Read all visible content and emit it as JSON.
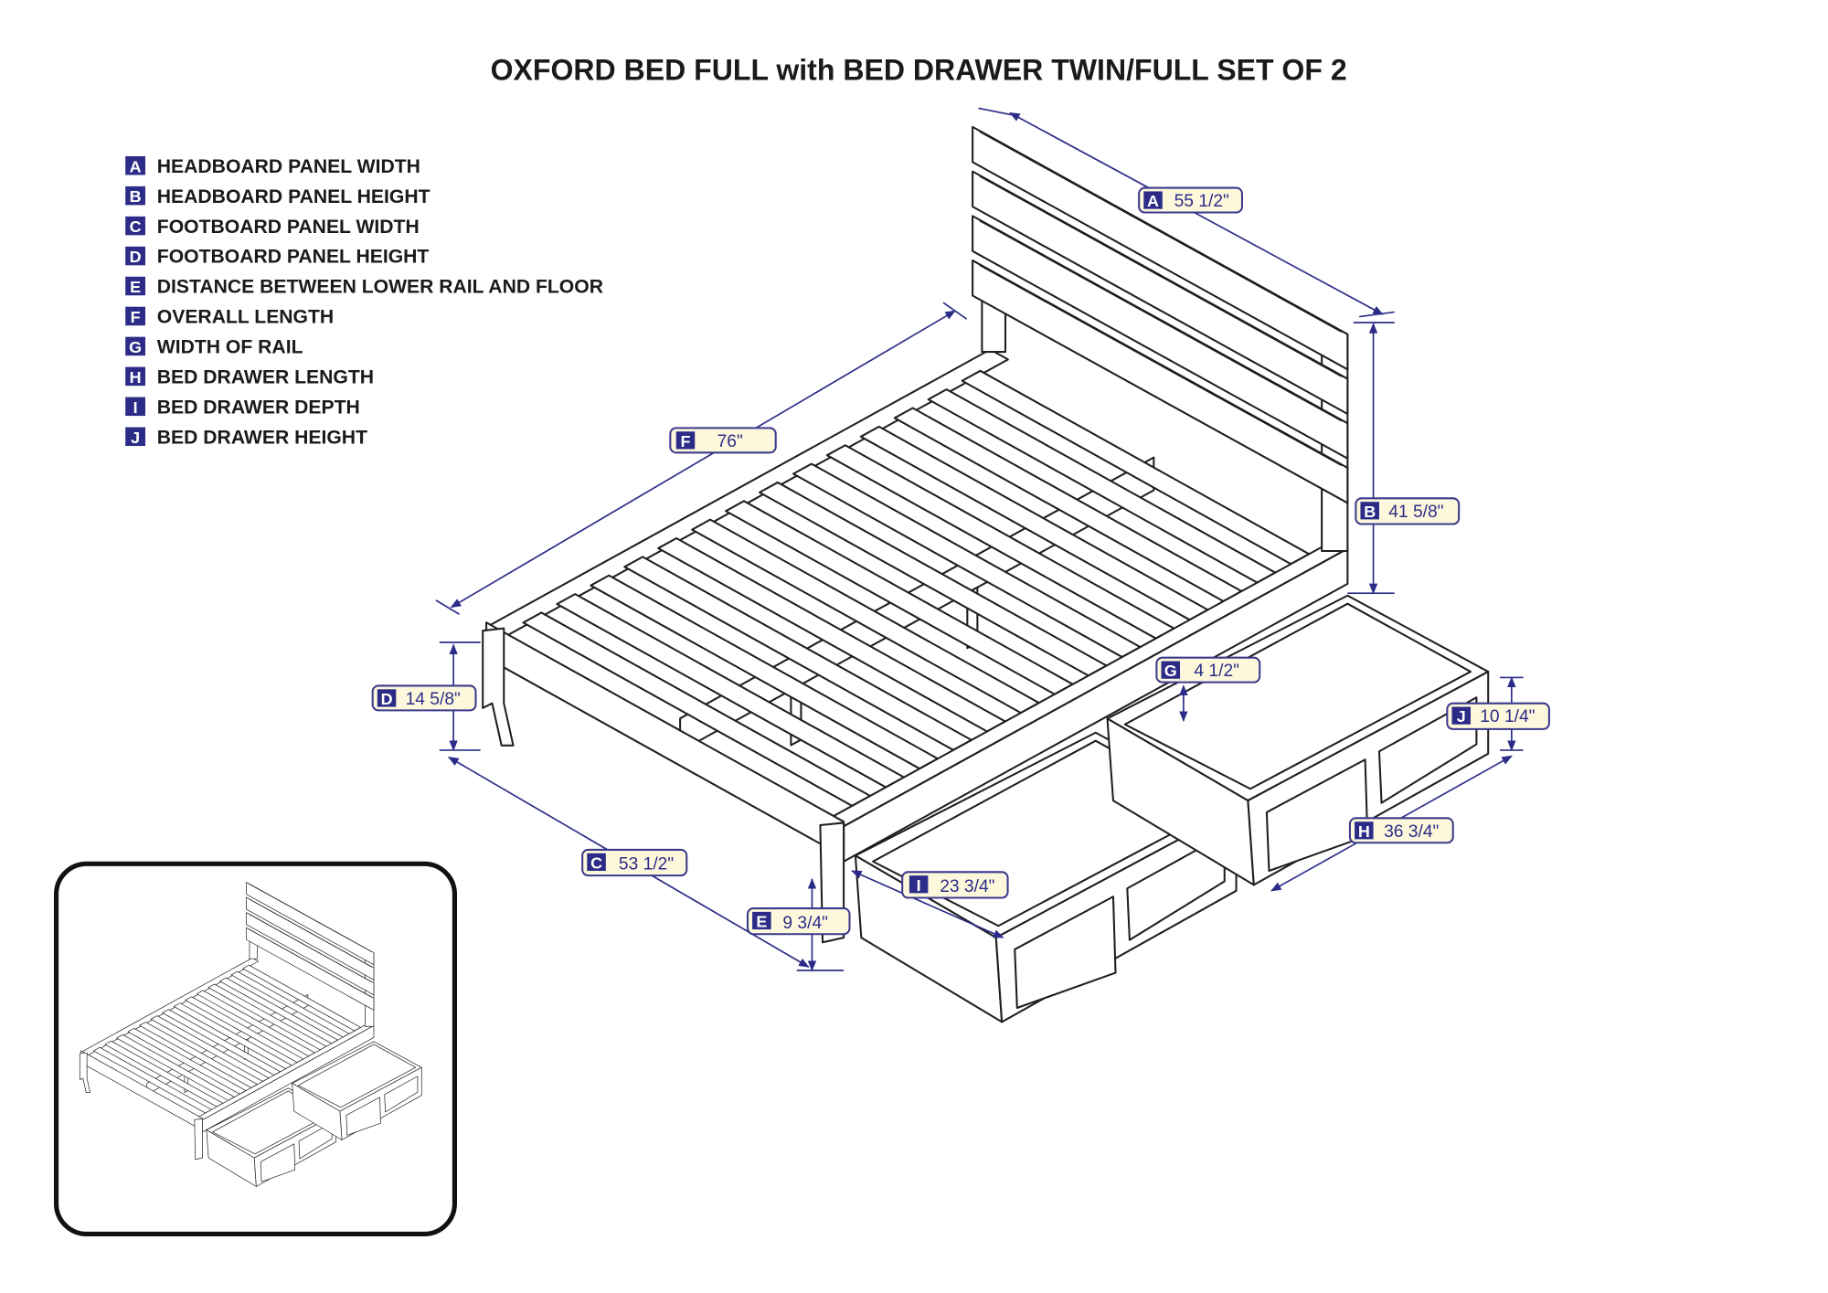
{
  "title": "OXFORD BED FULL with BED DRAWER TWIN/FULL SET OF 2",
  "legend": [
    {
      "letter": "A",
      "label": "HEADBOARD PANEL WIDTH"
    },
    {
      "letter": "B",
      "label": "HEADBOARD PANEL HEIGHT"
    },
    {
      "letter": "C",
      "label": "FOOTBOARD PANEL WIDTH"
    },
    {
      "letter": "D",
      "label": "FOOTBOARD PANEL HEIGHT"
    },
    {
      "letter": "E",
      "label": "DISTANCE BETWEEN LOWER RAIL AND FLOOR"
    },
    {
      "letter": "F",
      "label": "OVERALL LENGTH"
    },
    {
      "letter": "G",
      "label": "WIDTH OF RAIL"
    },
    {
      "letter": "H",
      "label": "BED DRAWER LENGTH"
    },
    {
      "letter": "I",
      "label": "BED DRAWER DEPTH"
    },
    {
      "letter": "J",
      "label": "BED DRAWER HEIGHT"
    }
  ],
  "dimensions": {
    "A": {
      "letter": "A",
      "value": "55 1/2\""
    },
    "B": {
      "letter": "B",
      "value": "41 5/8\""
    },
    "C": {
      "letter": "C",
      "value": "53 1/2\""
    },
    "D": {
      "letter": "D",
      "value": "14 5/8\""
    },
    "E": {
      "letter": "E",
      "value": "9 3/4\""
    },
    "F": {
      "letter": "F",
      "value": "76\""
    },
    "G": {
      "letter": "G",
      "value": "4 1/2\""
    },
    "H": {
      "letter": "H",
      "value": "36 3/4\""
    },
    "I": {
      "letter": "I",
      "value": "23 3/4\""
    },
    "J": {
      "letter": "J",
      "value": "10 1/4\""
    }
  },
  "colors": {
    "accent": "#2c2c88",
    "tag_fill": "#fdf8dc"
  }
}
